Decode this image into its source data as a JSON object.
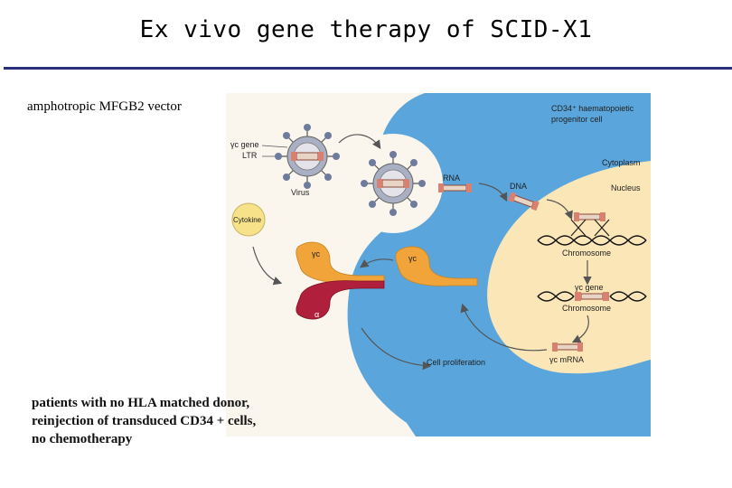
{
  "slide": {
    "title": "Ex vivo gene therapy of SCID-X1",
    "caption_top": "amphotropic MFGB2 vector",
    "caption_bottom": [
      "patients with no HLA matched donor,",
      "reinjection of transduced CD34 + cells,",
      "no chemotherapy"
    ]
  },
  "diagram": {
    "cell_label_line1": "CD34⁺ haematopoietic",
    "cell_label_line2": "progenitor cell",
    "cytoplasm": "Cytoplasm",
    "nucleus": "Nucleus",
    "gene_label": "γc gene",
    "ltr": "LTR",
    "virus": "Virus",
    "rna": "RNA",
    "dna": "DNA",
    "cytokine": "Cytokine",
    "gamma_c": "γc",
    "alpha": "α",
    "chromosome": "Chromosome",
    "gamma_c_gene": "γc gene",
    "cell_proliferation": "Cell proliferation",
    "mrna": "γc mRNA",
    "colors": {
      "background": "#faf6ee",
      "cytoplasm": "#5aa6dc",
      "nucleus": "#fbe6b8",
      "receptor_gamma": "#f0a43a",
      "receptor_alpha": "#b0203c",
      "title_rule": "#2b2f7a"
    }
  }
}
